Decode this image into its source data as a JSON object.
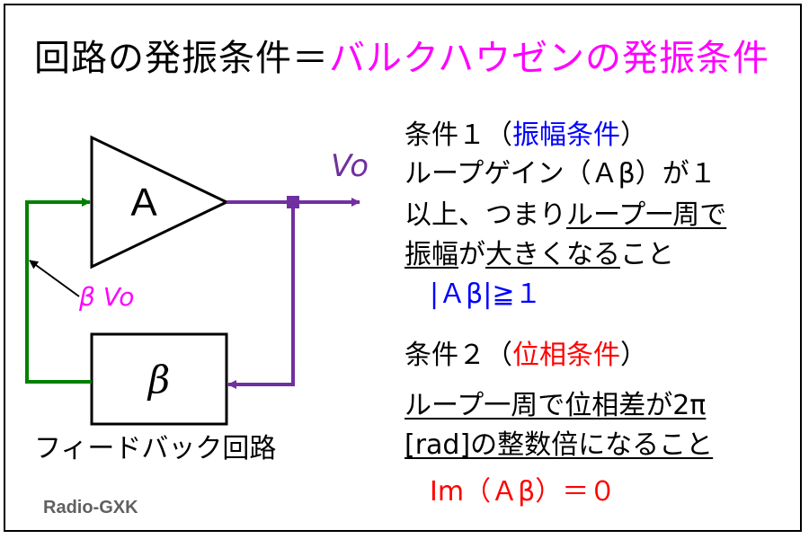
{
  "title": {
    "part1": "回路の発振条件＝",
    "part2": "バルクハウゼンの発振条件"
  },
  "diagram": {
    "amp_label": "A",
    "beta_label": "β",
    "output_label": "Vo",
    "feedback_signal_label": "β Vo",
    "feedback_circuit_caption": "フィードバック回路",
    "colors": {
      "forward_path": "#7030a0",
      "feedback_path": "#008000",
      "label_magenta": "#ff00ff"
    }
  },
  "condition1": {
    "heading_prefix": "条件１（",
    "heading_name": "振幅条件",
    "heading_suffix": "）",
    "line1": "ループゲイン（Ａβ）が１",
    "line2_plain": "以上、つまり",
    "line2_ul": "ループ一周で",
    "line3_ul1": "振幅",
    "line3_plain1": "が",
    "line3_ul2": "大きくなる",
    "line3_plain2": "こと",
    "formula": "|Ａβ|≧１"
  },
  "condition2": {
    "heading_prefix": "条件２（",
    "heading_name": "位相条件",
    "heading_suffix": "）",
    "line1": "ループ一周で位相差が2π",
    "line2": "[rad]の整数倍になること",
    "formula": "Im（Ａβ）＝０"
  },
  "watermark": "Radio-GXK"
}
